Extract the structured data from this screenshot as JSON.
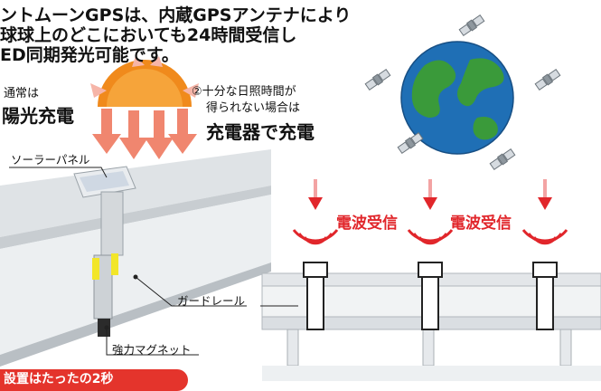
{
  "headline": {
    "line1": "ントムーンGPSは、内蔵GPSアンテナにより",
    "line2": "球球上のどこにおいても24時間受信し",
    "line3": "ED同期発光可能です。"
  },
  "solar": {
    "note": "通常は",
    "main": "陽光充電"
  },
  "charger": {
    "line1": "②十分な日照時間が",
    "line2": "得られない場合は",
    "main": "充電器で充電"
  },
  "labels": {
    "solar_panel": "ソーラーパネル",
    "guardrail": "ガードレール",
    "magnet": "強力マグネット"
  },
  "signal": {
    "left": "電波受信",
    "right": "電波受信"
  },
  "banner": {
    "text": "設置はたったの2秒"
  },
  "colors": {
    "accent_red": "#e1262b",
    "sun_orange": "#f08a1c",
    "earth_blue": "#1f6fb5",
    "earth_green": "#3a9a3a",
    "rail_gray": "#cfd3d6"
  },
  "icons": [
    "sun-icon",
    "earth-icon",
    "satellite-icon",
    "signal-icon"
  ]
}
